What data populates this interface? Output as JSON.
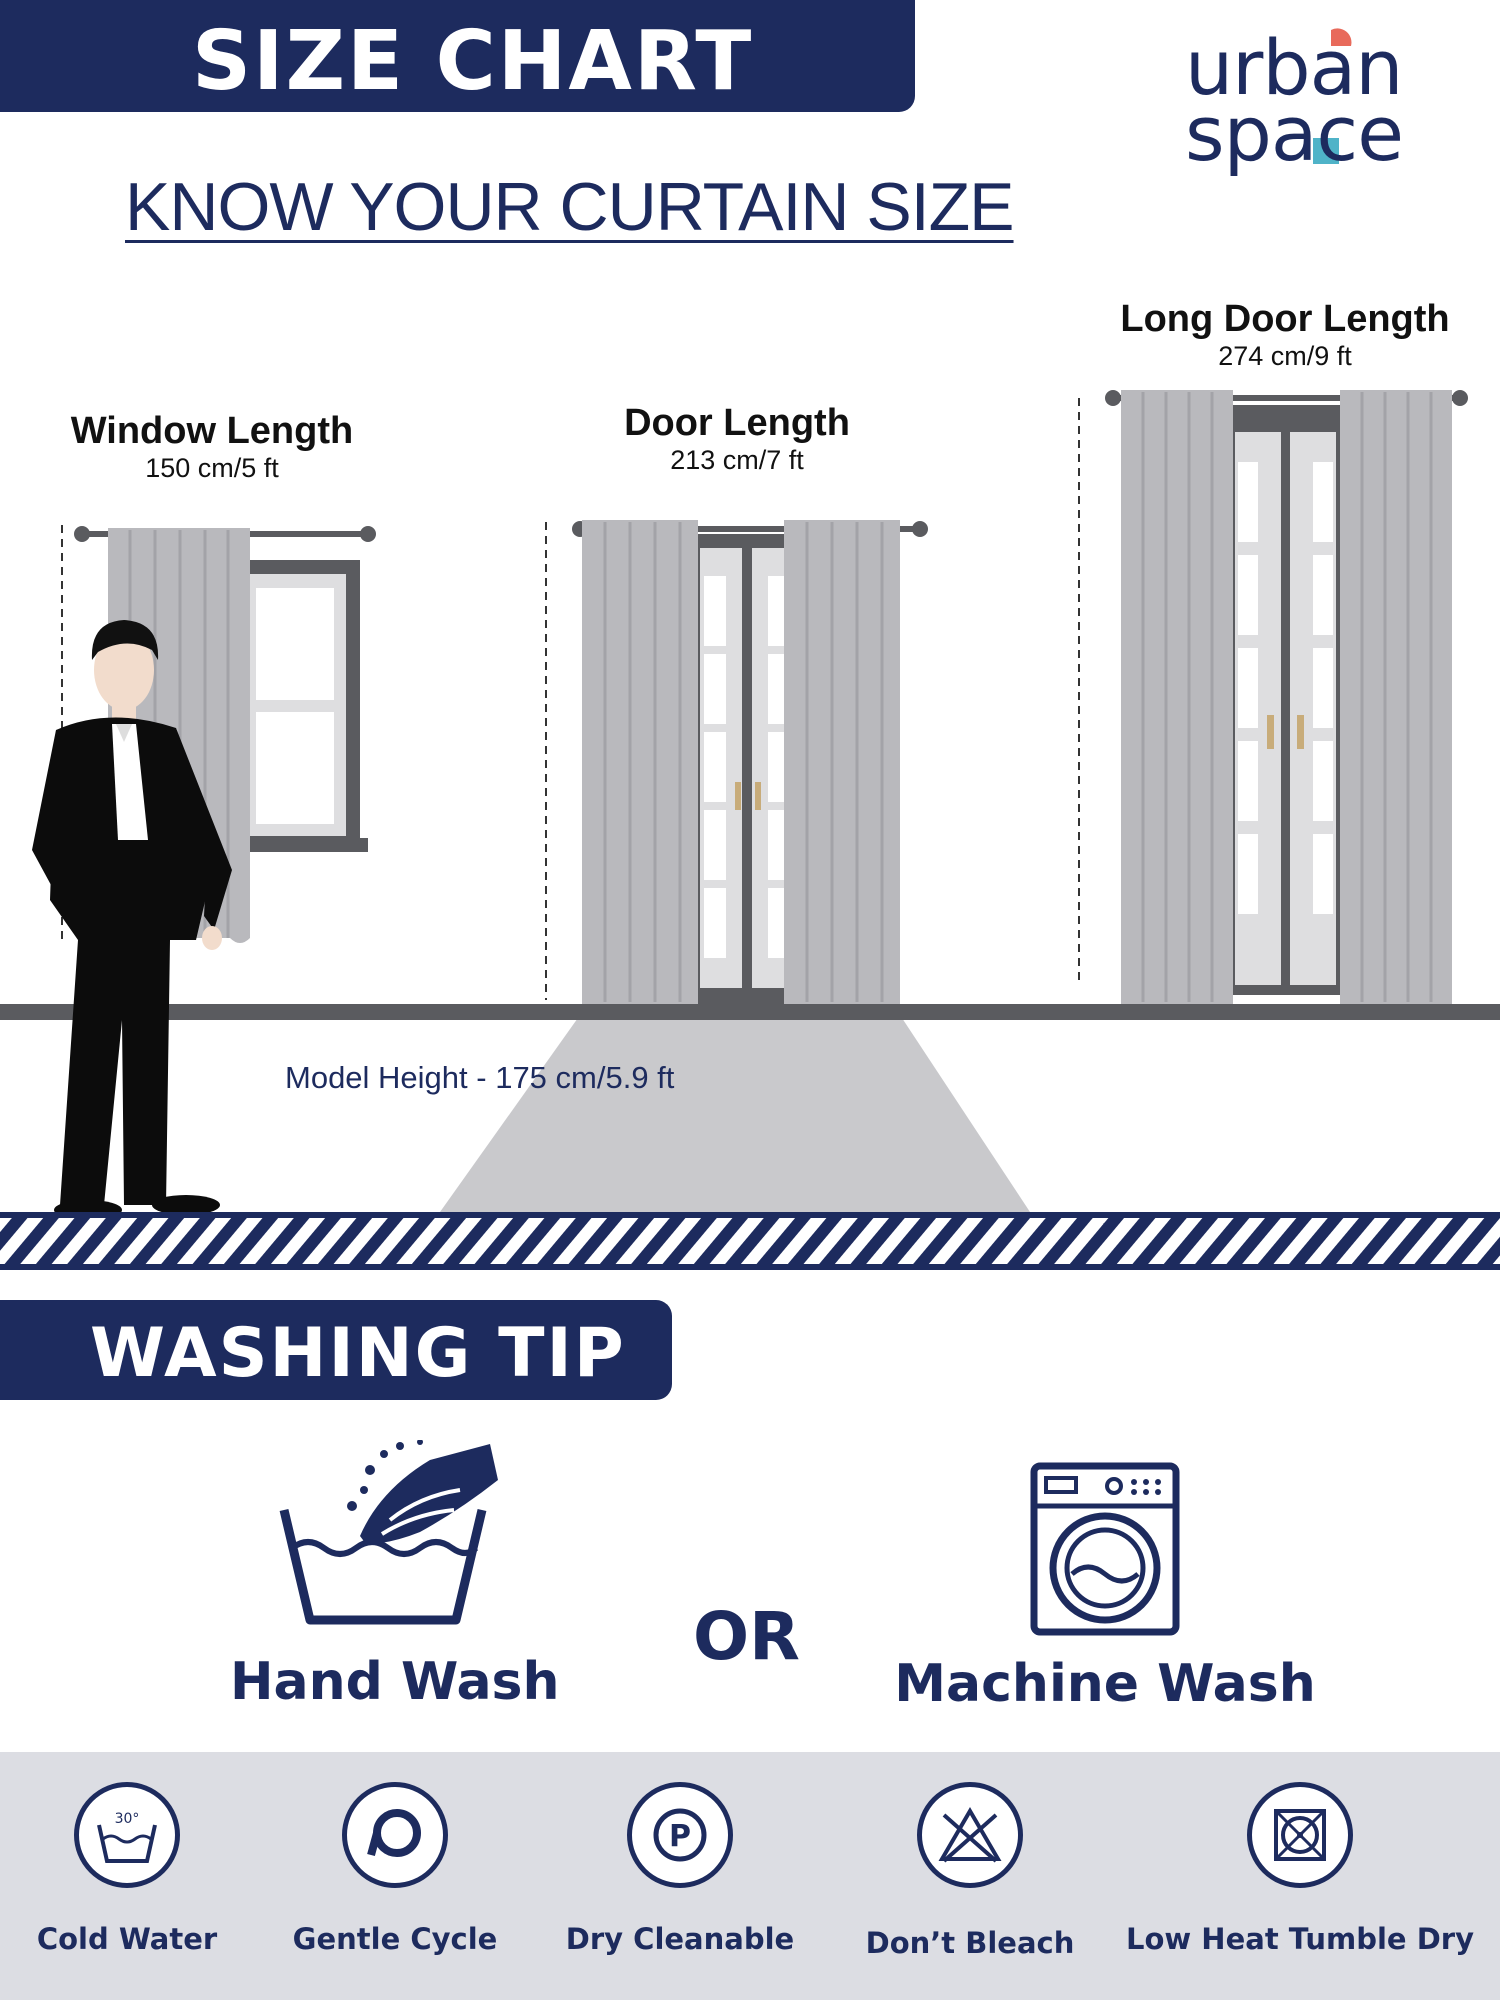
{
  "header": {
    "banner_title": "SIZE CHART",
    "subtitle": "KNOW YOUR CURTAIN SIZE"
  },
  "brand": {
    "line1": "urban",
    "line2": "space"
  },
  "sizes": [
    {
      "title": "Window Length",
      "value": "150 cm/5 ft"
    },
    {
      "title": "Door Length",
      "value": "213 cm/7 ft"
    },
    {
      "title": "Long Door Length",
      "value": "274 cm/9 ft"
    }
  ],
  "model_height": "Model Height - 175 cm/5.9 ft",
  "washing": {
    "banner_title": "WASHING TIP",
    "hand_wash": "Hand Wash",
    "or": "OR",
    "machine_wash": "Machine Wash"
  },
  "care": [
    {
      "label": "Cold Water",
      "icon": "cold-water-30-icon",
      "temp": "30°"
    },
    {
      "label": "Gentle Cycle",
      "icon": "gentle-cycle-icon"
    },
    {
      "label": "Dry Cleanable",
      "icon": "dry-clean-p-icon",
      "symbol": "P"
    },
    {
      "label": "Don’t Bleach",
      "icon": "no-bleach-icon"
    },
    {
      "label": "Low Heat Tumble Dry",
      "icon": "low-heat-tumble-dry-icon"
    }
  ],
  "colors": {
    "navy": "#1d2b5e",
    "curtain": "#b9b9bd",
    "care_bar": "#dcdde3",
    "logo_accent_red": "#e86a5b",
    "logo_accent_blue": "#4fb3c8"
  }
}
